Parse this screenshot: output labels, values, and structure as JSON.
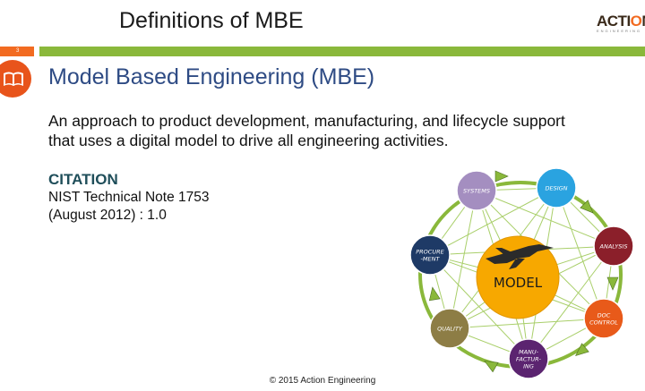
{
  "header": {
    "title": "Definitions of MBE",
    "slide_number": "3"
  },
  "logo": {
    "word_a": "ACTI",
    "word_o": "O",
    "word_n": "N",
    "sub": "ENGINEERING"
  },
  "main": {
    "title": "Model Based Engineering (MBE)",
    "definition": "An approach to product development, manufacturing, and lifecycle support that uses a digital model to drive all engineering activities.",
    "citation_heading": "CITATION",
    "citation_lines": [
      "NIST Technical Note 1753",
      "(August 2012) : 1.0"
    ]
  },
  "diagram": {
    "center_label": "MODEL",
    "nodes": [
      {
        "lines": [
          "SYSTEMS"
        ],
        "color": "#a48ec0"
      },
      {
        "lines": [
          "DESIGN"
        ],
        "color": "#2aa3e0"
      },
      {
        "lines": [
          "ANALYSIS"
        ],
        "color": "#8b1f2a"
      },
      {
        "lines": [
          "DOC",
          "CONTROL"
        ],
        "color": "#e85a1a"
      },
      {
        "lines": [
          "MANU-",
          "FACTUR-",
          "ING"
        ],
        "color": "#5b2470"
      },
      {
        "lines": [
          "QUALITY"
        ],
        "color": "#8d7d45"
      },
      {
        "lines": [
          "PROCURE",
          "-MENT"
        ],
        "color": "#1e3a66"
      }
    ],
    "ring_color": "#8ab83b",
    "center_color": "#f7a800"
  },
  "footer": {
    "copyright": "© 2015 Action Engineering"
  }
}
